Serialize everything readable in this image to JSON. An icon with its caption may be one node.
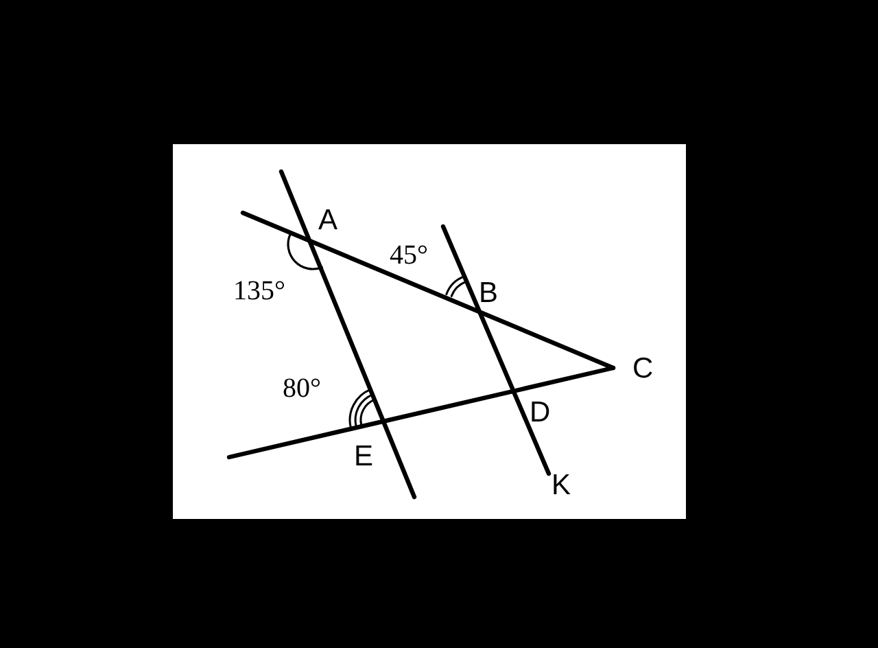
{
  "diagram": {
    "labels": [
      "A",
      "135°",
      "45°",
      "B",
      "C",
      "80°",
      "D",
      "E",
      "K"
    ]
  }
}
